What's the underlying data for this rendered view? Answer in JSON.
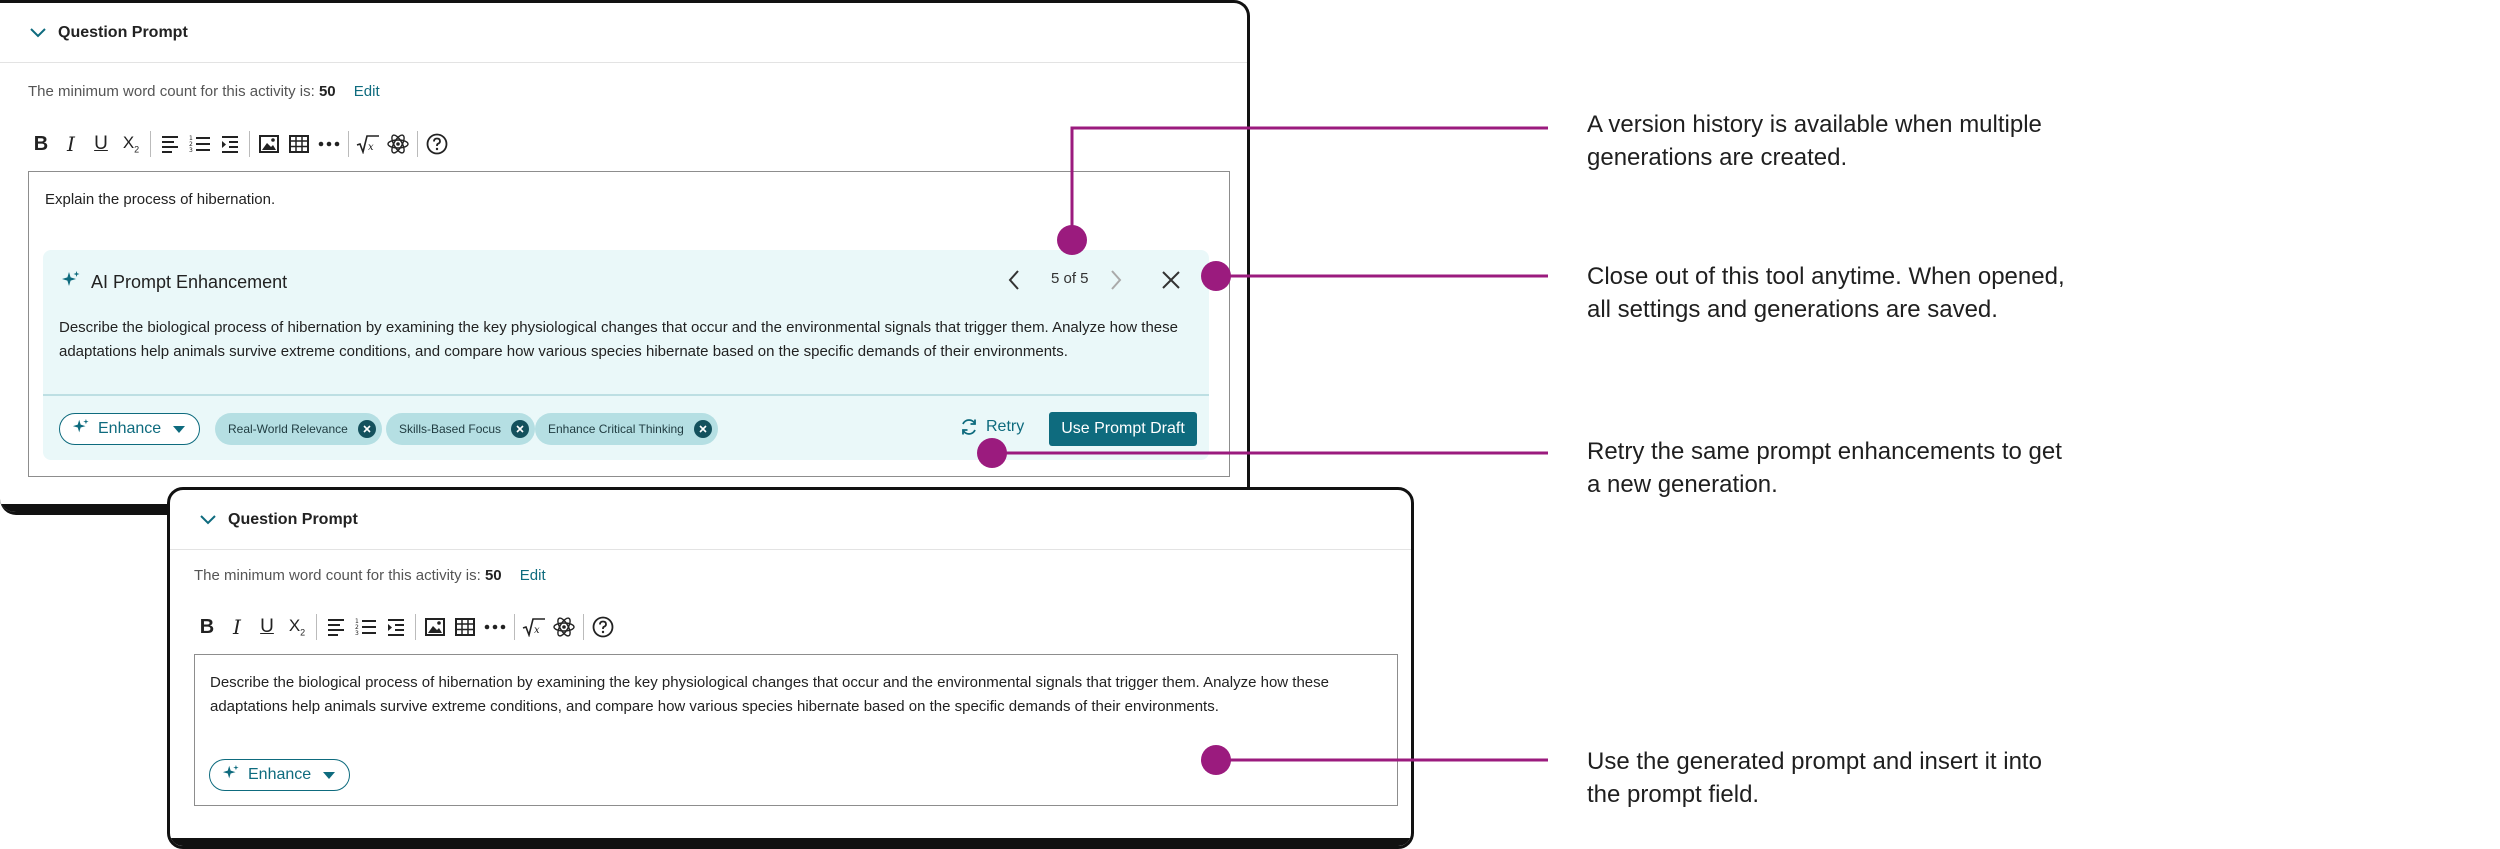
{
  "top_card": {
    "header_title": "Question Prompt",
    "min_word_label": "The minimum word count for this activity is:",
    "min_word_value": "50",
    "edit_label": "Edit",
    "editor_text": "Explain the process of hibernation.",
    "ai_panel": {
      "title": "AI Prompt Enhancement",
      "counter": "5 of 5",
      "body_line1": "Describe the biological process of hibernation by examining the key physiological changes that occur and the environmental signals that trigger them. Analyze how these",
      "body_line2": "adaptations help animals survive extreme conditions, and compare how various species hibernate based on the specific demands of their environments.",
      "enhance_label": "Enhance",
      "chips": [
        "Real-World Relevance",
        "Skills-Based Focus",
        "Enhance Critical Thinking"
      ],
      "retry_label": "Retry",
      "use_draft_label": "Use Prompt Draft"
    }
  },
  "bottom_card": {
    "header_title": "Question Prompt",
    "min_word_label": "The minimum word count for this activity is:",
    "min_word_value": "50",
    "edit_label": "Edit",
    "editor_line1": "Describe the biological process of hibernation by examining the key physiological changes that occur and the environmental signals that trigger them. Analyze how these",
    "editor_line2": "adaptations help animals survive extreme conditions, and compare how various species hibernate based on the specific demands of their environments.",
    "enhance_label": "Enhance"
  },
  "annotations": [
    {
      "line1": "A version history is available when multiple",
      "line2": "generations are created."
    },
    {
      "line1": "Close out of this tool anytime. When opened,",
      "line2": "all settings and generations are saved."
    },
    {
      "line1": "Retry the same prompt enhancements to get",
      "line2": "a new generation."
    },
    {
      "line1": "Use the generated prompt and insert it into",
      "line2": "the prompt field."
    }
  ],
  "toolbar_icons": [
    "bold-icon",
    "italic-icon",
    "underline-icon",
    "subscript-icon",
    "align-icon",
    "ordered-list-icon",
    "indent-icon",
    "image-icon",
    "table-icon",
    "more-icon",
    "math-icon",
    "atom-icon",
    "help-icon"
  ],
  "colors": {
    "accent": "#0e6b7e",
    "callout": "#9b1b7e",
    "ai_panel_bg": "#eaf8f9",
    "chip_bg": "#b5dfe3"
  }
}
